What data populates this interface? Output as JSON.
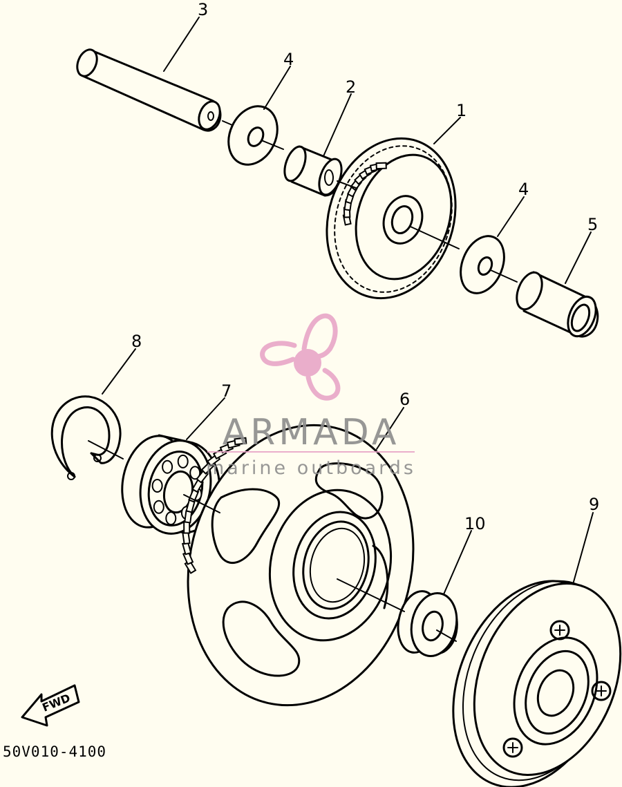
{
  "diagram": {
    "part_numbers": {
      "p1": "1",
      "p2": "2",
      "p3": "3",
      "p4a": "4",
      "p4b": "4",
      "p5": "5",
      "p6": "6",
      "p7": "7",
      "p8": "8",
      "p9": "9",
      "p10": "10"
    },
    "diagram_code": "50V010-4100",
    "direction_label": "FWD"
  },
  "watermark": {
    "brand": "ARMADA",
    "tagline": "marine outboards",
    "gray_color": "#8c8c8c",
    "pink_color": "#e8a6c8",
    "logo_icon": "propeller-icon"
  }
}
